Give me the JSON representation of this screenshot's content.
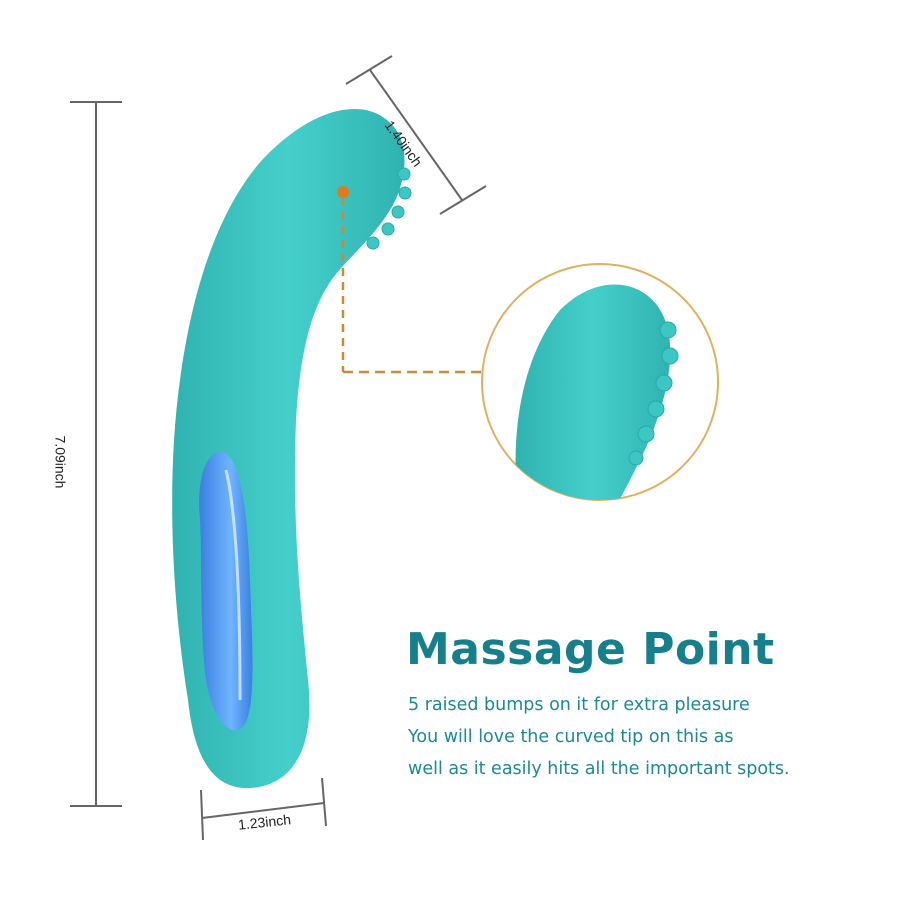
{
  "product": {
    "colors": {
      "body": "#3cc7c4",
      "body_shade": "#2aa9a8",
      "window": "#4a90e8",
      "callout": "#e07a1a",
      "circle_border": "#e0b060",
      "title": "#167f8c",
      "text": "#1b8a92",
      "dimension_line": "#555555"
    }
  },
  "dimensions": {
    "height": "7.09inch",
    "tip_width": "1.40inch",
    "base_width": "1.23inch"
  },
  "feature": {
    "title": "Massage Point",
    "lines": [
      "5 raised bumps on it for extra pleasure",
      "You will love the curved tip on this as",
      "well as it easily hits all the important spots."
    ]
  }
}
